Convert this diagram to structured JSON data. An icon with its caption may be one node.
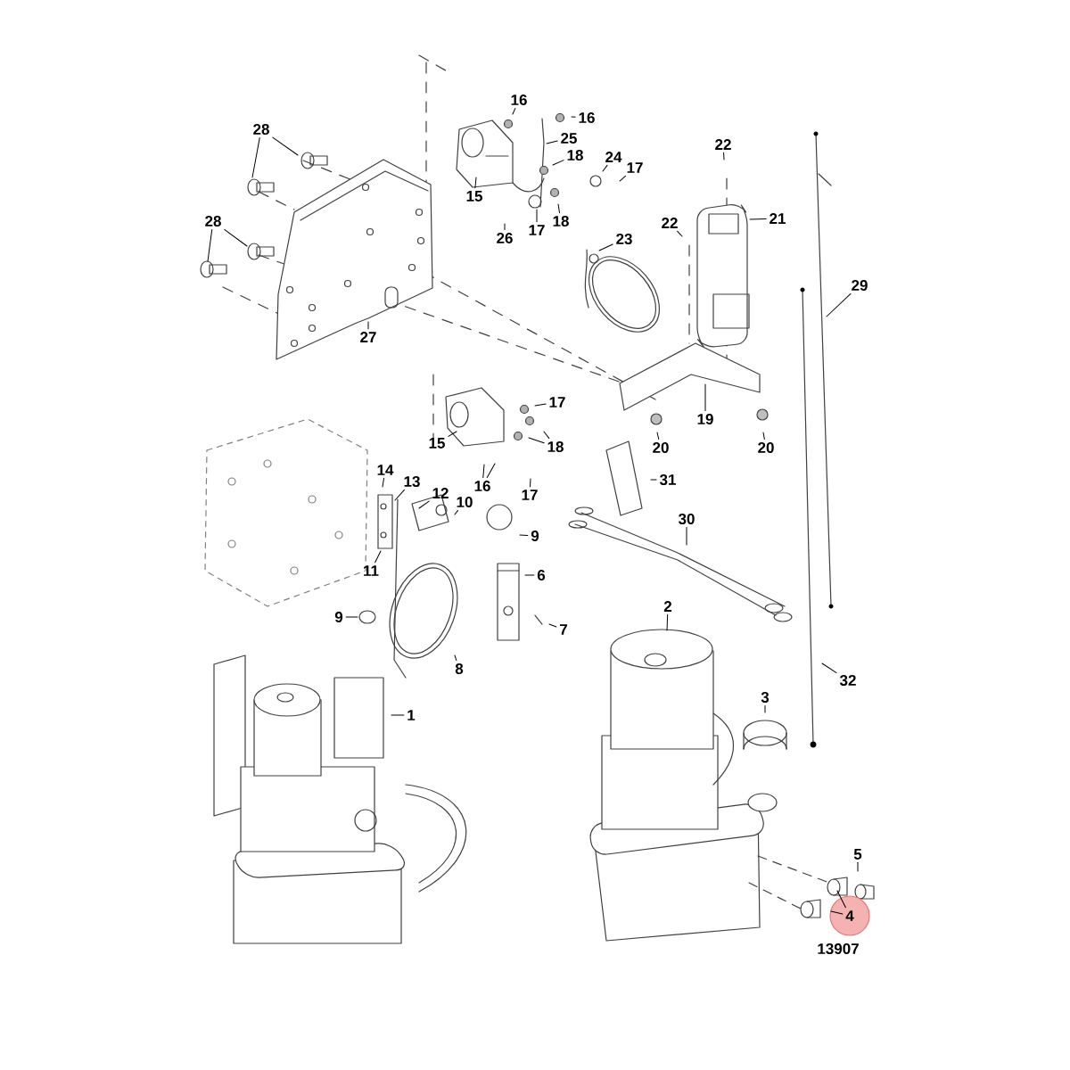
{
  "diagram": {
    "nodes": [
      {
        "text": [
          "16"
        ]
      },
      {
        "text": [
          "16"
        ]
      },
      {
        "text": [
          "28"
        ]
      },
      {
        "text": [
          "25"
        ]
      },
      {
        "text": [
          "18"
        ]
      },
      {
        "text": [
          "24"
        ]
      },
      {
        "text": [
          "17"
        ]
      },
      {
        "text": [
          "22"
        ]
      },
      {
        "text": [
          "15"
        ]
      },
      {
        "text": [
          "21"
        ]
      },
      {
        "text": [
          "22"
        ]
      },
      {
        "text": [
          "28"
        ]
      },
      {
        "text": [
          "17"
        ]
      },
      {
        "text": [
          "18"
        ]
      },
      {
        "text": [
          "26"
        ]
      },
      {
        "text": [
          "23"
        ]
      },
      {
        "text": [
          "29"
        ]
      },
      {
        "text": [
          "27"
        ]
      },
      {
        "text": [
          "17"
        ]
      },
      {
        "text": [
          "19"
        ]
      },
      {
        "text": [
          "15"
        ]
      },
      {
        "text": [
          "18"
        ]
      },
      {
        "text": [
          "20"
        ]
      },
      {
        "text": [
          "20"
        ]
      },
      {
        "text": [
          "14"
        ]
      },
      {
        "text": [
          "31"
        ]
      },
      {
        "text": [
          "13"
        ]
      },
      {
        "text": [
          "16"
        ]
      },
      {
        "text": [
          "12"
        ]
      },
      {
        "text": [
          "17"
        ]
      },
      {
        "text": [
          "10"
        ]
      },
      {
        "text": [
          "30"
        ]
      },
      {
        "text": [
          "9"
        ]
      },
      {
        "text": [
          "11"
        ]
      },
      {
        "text": [
          "6"
        ]
      },
      {
        "text": [
          "2"
        ]
      },
      {
        "text": [
          "9"
        ]
      },
      {
        "text": [
          "7"
        ]
      },
      {
        "text": [
          "8"
        ]
      },
      {
        "text": [
          "32"
        ]
      },
      {
        "text": [
          "3"
        ]
      },
      {
        "text": [
          "1"
        ]
      },
      {
        "text": [
          "5"
        ]
      },
      {
        "text": [
          "4"
        ]
      }
    ],
    "edges": [
      {
        "from": 0,
        "to": null,
        "arrow": "none"
      },
      {
        "from": 1,
        "to": null,
        "arrow": "none"
      },
      {
        "from": 2,
        "to": null,
        "arrow": "none"
      },
      {
        "from": 2,
        "to": null,
        "arrow": "none"
      },
      {
        "from": 3,
        "to": null,
        "arrow": "none"
      },
      {
        "from": 4,
        "to": null,
        "arrow": "none"
      },
      {
        "from": 5,
        "to": null,
        "arrow": "none"
      },
      {
        "from": 6,
        "to": null,
        "arrow": "none"
      },
      {
        "from": 7,
        "to": null,
        "arrow": "none"
      },
      {
        "from": 8,
        "to": null,
        "arrow": "none"
      },
      {
        "from": 9,
        "to": null,
        "arrow": "none"
      },
      {
        "from": 10,
        "to": null,
        "arrow": "none"
      },
      {
        "from": 11,
        "to": null,
        "arrow": "none"
      },
      {
        "from": 11,
        "to": null,
        "arrow": "none"
      },
      {
        "from": 12,
        "to": null,
        "arrow": "none"
      },
      {
        "from": 13,
        "to": null,
        "arrow": "none"
      },
      {
        "from": 14,
        "to": null,
        "arrow": "none"
      },
      {
        "from": 15,
        "to": null,
        "arrow": "none"
      },
      {
        "from": 16,
        "to": null,
        "arrow": "none"
      },
      {
        "from": 17,
        "to": null,
        "arrow": "none"
      },
      {
        "from": 18,
        "to": null,
        "arrow": "none"
      },
      {
        "from": 19,
        "to": null,
        "arrow": "none"
      },
      {
        "from": 20,
        "to": null,
        "arrow": "none"
      },
      {
        "from": 21,
        "to": null,
        "arrow": "none"
      },
      {
        "from": 21,
        "to": null,
        "arrow": "none"
      },
      {
        "from": 22,
        "to": null,
        "arrow": "none"
      },
      {
        "from": 23,
        "to": null,
        "arrow": "none"
      },
      {
        "from": 24,
        "to": null,
        "arrow": "none"
      },
      {
        "from": 25,
        "to": null,
        "arrow": "none"
      },
      {
        "from": 26,
        "to": null,
        "arrow": "none"
      },
      {
        "from": 27,
        "to": null,
        "arrow": "none"
      },
      {
        "from": 27,
        "to": null,
        "arrow": "none"
      },
      {
        "from": 28,
        "to": null,
        "arrow": "none"
      },
      {
        "from": 29,
        "to": null,
        "arrow": "none"
      },
      {
        "from": 30,
        "to": null,
        "arrow": "none"
      },
      {
        "from": 31,
        "to": null,
        "arrow": "none"
      },
      {
        "from": 32,
        "to": null,
        "arrow": "none"
      },
      {
        "from": 33,
        "to": null,
        "arrow": "none"
      },
      {
        "from": 34,
        "to": null,
        "arrow": "none"
      },
      {
        "from": 35,
        "to": null,
        "arrow": "none"
      },
      {
        "from": 36,
        "to": null,
        "arrow": "none"
      },
      {
        "from": 37,
        "to": null,
        "arrow": "none"
      },
      {
        "from": 38,
        "to": null,
        "arrow": "none"
      },
      {
        "from": 39,
        "to": null,
        "arrow": "none"
      },
      {
        "from": 40,
        "to": null,
        "arrow": "none"
      },
      {
        "from": 41,
        "to": null,
        "arrow": "none"
      },
      {
        "from": 42,
        "to": null,
        "arrow": "none"
      },
      {
        "from": 43,
        "to": null,
        "arrow": "none"
      },
      {
        "from": 43,
        "to": null,
        "arrow": "none"
      }
    ],
    "labels": [
      "13907"
    ]
  }
}
